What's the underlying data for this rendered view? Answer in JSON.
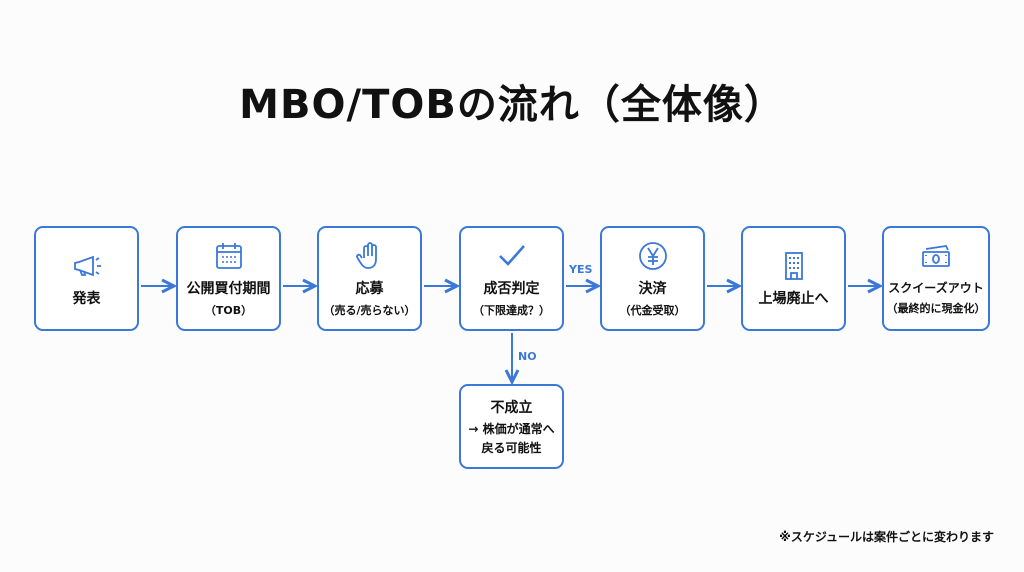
{
  "title": "MBO/TOBの流れ（全体像）",
  "steps": [
    {
      "main": "発表",
      "sub": "",
      "icon": "megaphone-icon"
    },
    {
      "main": "公開買付期間",
      "sub": "（TOB）",
      "icon": "calendar-icon"
    },
    {
      "main": "応募",
      "sub": "（売る/売らない）",
      "icon": "hand-icon"
    },
    {
      "main": "成否判定",
      "sub": "（下限達成？）",
      "icon": "check-icon"
    },
    {
      "main": "決済",
      "sub": "（代金受取）",
      "icon": "yen-icon"
    },
    {
      "main": "上場廃止へ",
      "sub": "",
      "icon": "building-icon"
    },
    {
      "main": "スクイーズアウト",
      "sub": "（最終的に現金化）",
      "icon": "cash-icon"
    }
  ],
  "failure": {
    "main": "不成立",
    "line2": "→ 株価が通常へ",
    "line3": "戻る可能性"
  },
  "labels": {
    "yes": "YES",
    "no": "NO"
  },
  "note": "※スケジュールは案件ごとに変わります",
  "colors": {
    "accent": "#3b78d8"
  }
}
